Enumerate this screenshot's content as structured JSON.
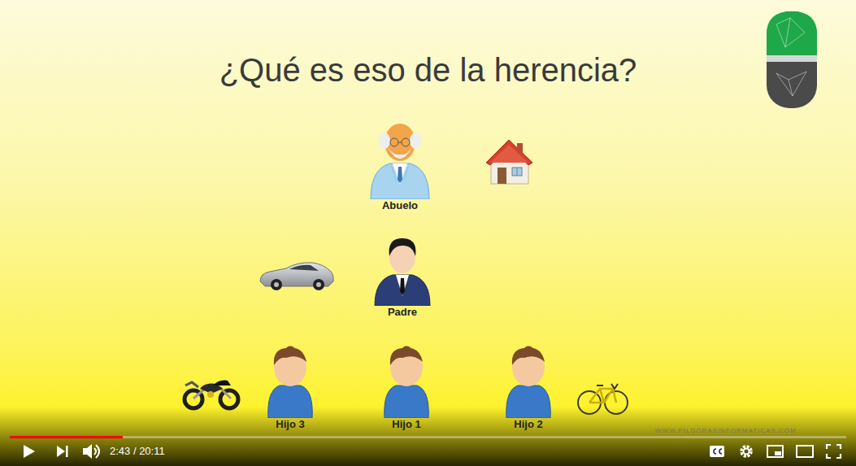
{
  "diagram": {
    "title": "¿Qué es eso de la herencia?",
    "nodes": [
      {
        "text": [
          "Abuelo"
        ]
      },
      {
        "text": [
          "Padre"
        ]
      },
      {
        "text": [
          "Hijo 3"
        ]
      },
      {
        "text": [
          "Hijo 1"
        ]
      },
      {
        "text": [
          "Hijo 2"
        ]
      }
    ],
    "labels": [
      "2:43 / 20:11",
      "WWW.PILDORASINFORMATICAS.COM"
    ]
  }
}
